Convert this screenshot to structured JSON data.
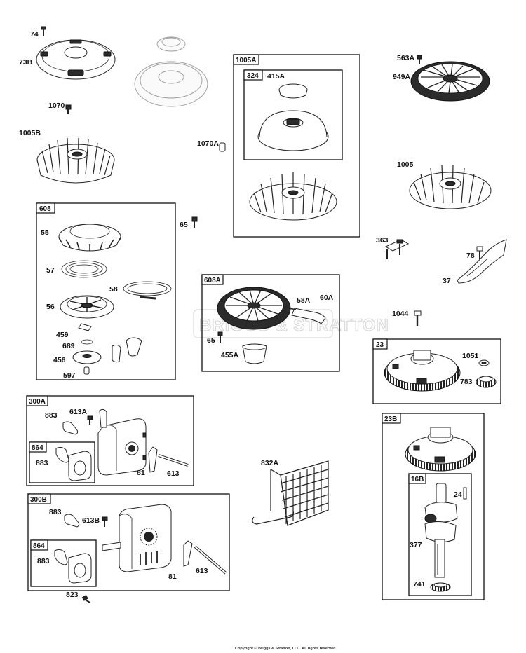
{
  "watermark": "BRIGGS & STRATTON",
  "copyright": "Copyright © Briggs & Stratton, LLC. All rights reserved.",
  "boxes": {
    "b1005A": "1005A",
    "b324": "324",
    "b608": "608",
    "b608A": "608A",
    "b300A": "300A",
    "b864a": "864",
    "b300B": "300B",
    "b864b": "864",
    "b23": "23",
    "b23B": "23B",
    "b16B": "16B"
  },
  "parts": {
    "p74": "74",
    "p73B": "73B",
    "p1070": "1070",
    "p1005B": "1005B",
    "p1070A": "1070A",
    "p415A": "415A",
    "p563A": "563A",
    "p949A": "949A",
    "p1005": "1005",
    "p65a": "65",
    "p55": "55",
    "p57": "57",
    "p58": "58",
    "p56": "56",
    "p459": "459",
    "p689": "689",
    "p456": "456",
    "p597": "597",
    "p363": "363",
    "p78": "78",
    "p37": "37",
    "p58A": "58A",
    "p60A": "60A",
    "p65b": "65",
    "p455A": "455A",
    "p1044": "1044",
    "p1051": "1051",
    "p783": "783",
    "p883a": "883",
    "p613A": "613A",
    "p883b": "883",
    "p81a": "81",
    "p613a": "613",
    "p832A": "832A",
    "p883c": "883",
    "p613B": "613B",
    "p883d": "883",
    "p81b": "81",
    "p613b": "613",
    "p823": "823",
    "p24": "24",
    "p377": "377",
    "p741": "741"
  }
}
